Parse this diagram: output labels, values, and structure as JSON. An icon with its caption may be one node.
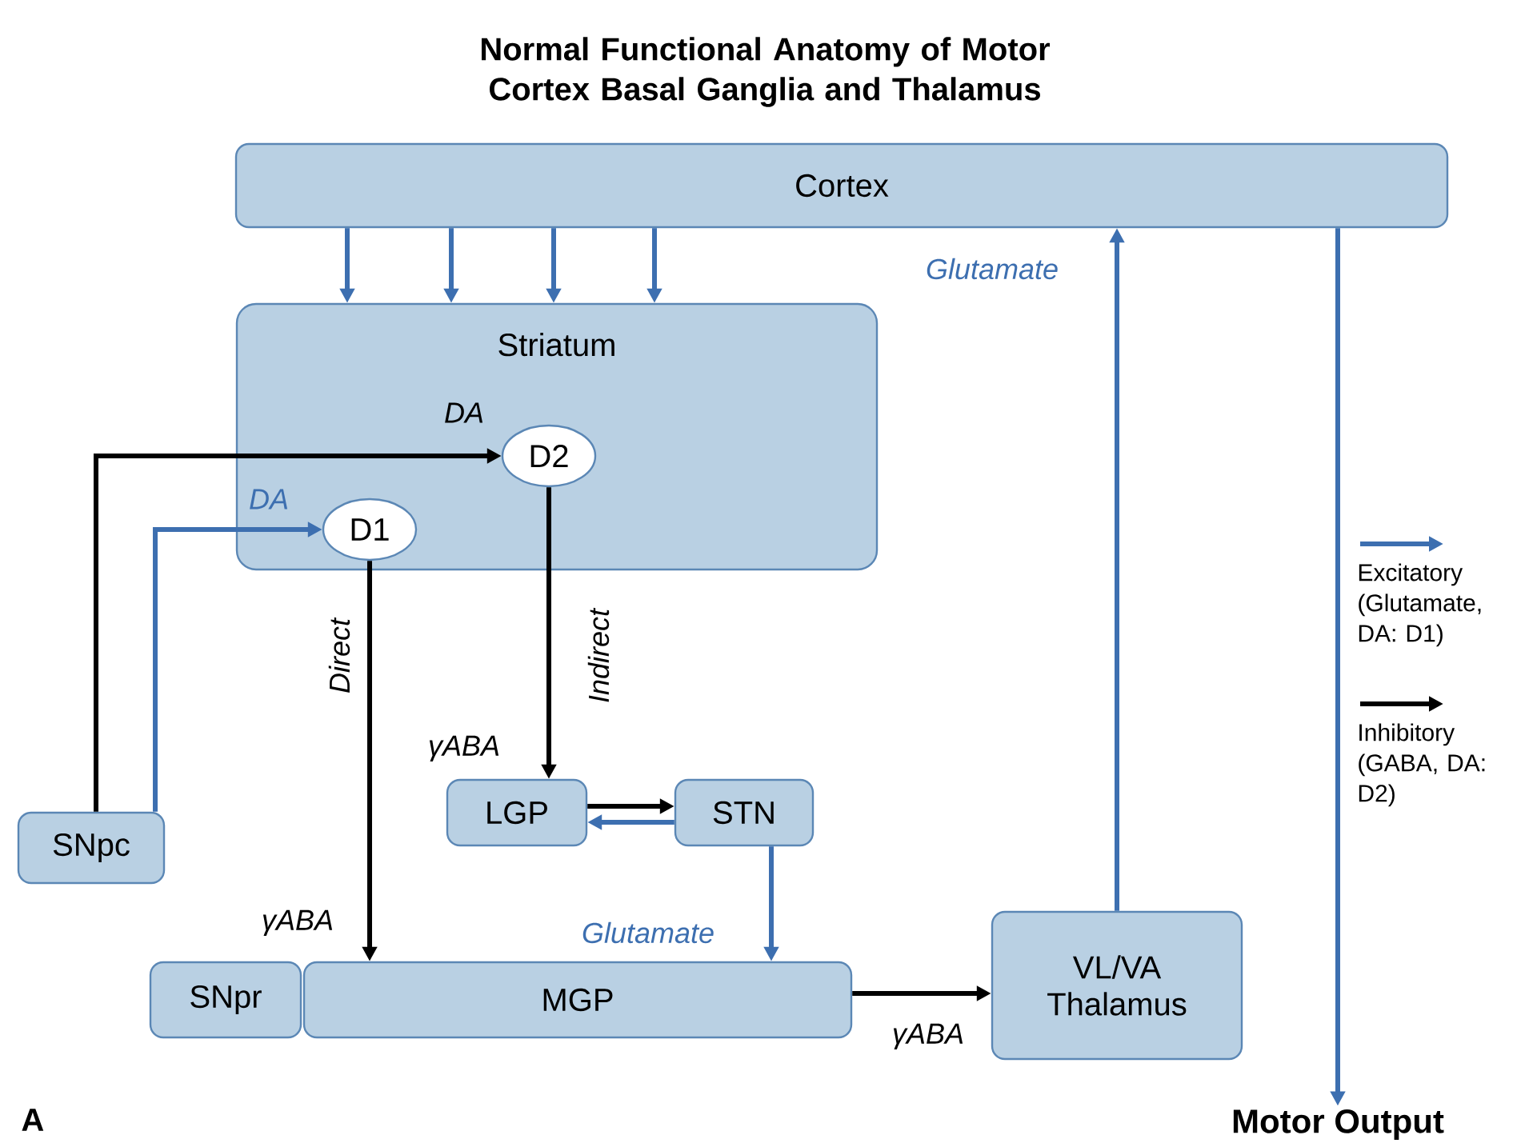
{
  "diagram": {
    "title": "Normal Functional Anatomy of Motor Cortex Basal Ganglia and Thalamus",
    "nodes": [
      {
        "text": [
          "Cortex"
        ]
      },
      {
        "text": [
          "Striatum"
        ]
      },
      {
        "text": [
          "D2"
        ],
        "in": 1
      },
      {
        "text": [
          "D1"
        ],
        "in": 1
      },
      {
        "text": [
          "SNpc"
        ]
      },
      {
        "text": [
          "LGP"
        ]
      },
      {
        "text": [
          "STN"
        ]
      },
      {
        "text": [
          "SNpr"
        ]
      },
      {
        "text": [
          "MGP"
        ]
      },
      {
        "text": [
          "VL/VA Thalamus"
        ]
      },
      {
        "text": [
          "Motor Output"
        ]
      }
    ],
    "edges": [
      {
        "from": 0,
        "to": 1,
        "arrow": "to",
        "color": "#3d6fb0"
      },
      {
        "from": 0,
        "to": 1,
        "arrow": "to",
        "color": "#3d6fb0"
      },
      {
        "from": 0,
        "to": 1,
        "arrow": "to",
        "color": "#3d6fb0"
      },
      {
        "from": 0,
        "to": 1,
        "arrow": "to",
        "color": "#3d6fb0"
      },
      {
        "from": 4,
        "to": 2,
        "arrow": "to",
        "label": "DA",
        "color": "#000000"
      },
      {
        "from": 4,
        "to": 3,
        "arrow": "to",
        "label": "DA",
        "color": "#3d6fb0"
      },
      {
        "from": 3,
        "to": 8,
        "arrow": "to",
        "label": "Direct",
        "color": "#000000"
      },
      {
        "from": 2,
        "to": 5,
        "arrow": "to",
        "label": "Indirect",
        "color": "#000000"
      },
      {
        "from": 5,
        "to": 6,
        "arrow": "to",
        "color": "#000000"
      },
      {
        "from": 6,
        "to": 5,
        "arrow": "to",
        "color": "#3d6fb0"
      },
      {
        "from": 6,
        "to": 8,
        "arrow": "to",
        "label": "Glutamate",
        "color": "#3d6fb0"
      },
      {
        "from": 8,
        "to": 9,
        "arrow": "to",
        "label": "γABA",
        "color": "#000000"
      },
      {
        "from": 9,
        "to": 0,
        "arrow": "to",
        "label": "Glutamate",
        "color": "#3d6fb0"
      },
      {
        "from": 0,
        "to": 10,
        "arrow": "to",
        "color": "#3d6fb0"
      }
    ],
    "labels": [
      "γABA",
      "γABA",
      "A"
    ],
    "legend": [
      {
        "text": "Excitatory (Glutamate, DA: D1)"
      },
      {
        "text": "Inhibitory (GABA, DA: D2)"
      }
    ]
  }
}
